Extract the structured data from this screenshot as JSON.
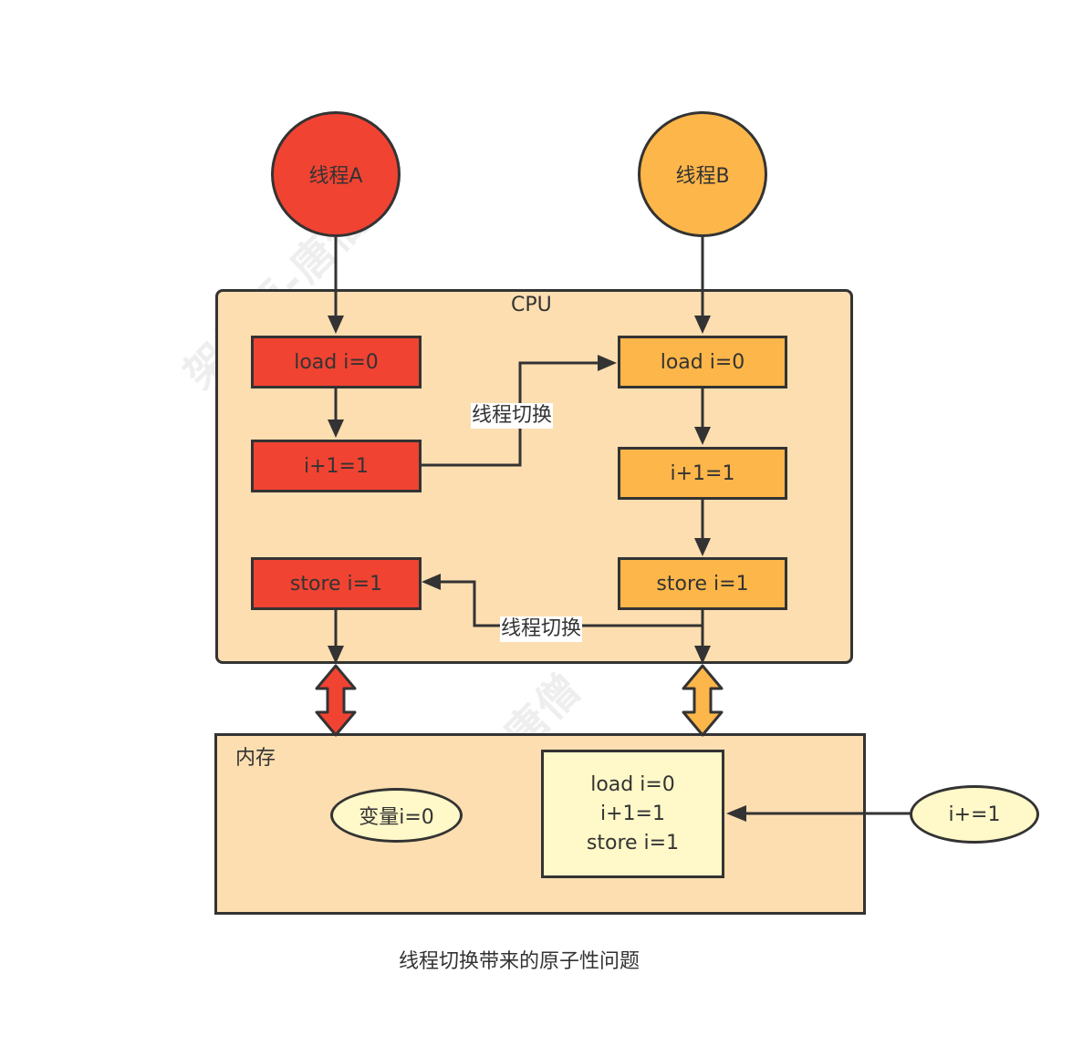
{
  "threads": {
    "a": "线程A",
    "b": "线程B"
  },
  "cpu": {
    "title": "CPU"
  },
  "thread_a_steps": {
    "load": "load i=0",
    "inc": "i+1=1",
    "store": "store i=1"
  },
  "thread_b_steps": {
    "load": "load i=0",
    "inc": "i+1=1",
    "store": "store i=1"
  },
  "switch_labels": {
    "first": "线程切换",
    "second": "线程切换"
  },
  "memory": {
    "title": "内存",
    "variable": "变量i=0",
    "code_lines": [
      "load i=0",
      "i+1=1",
      "store i=1"
    ],
    "source": "i+=1"
  },
  "caption": "线程切换带来的原子性问题",
  "watermarks": [
    "架构师-唐僧",
    "唐僧"
  ],
  "colors": {
    "thread_a": "#F14332",
    "thread_b": "#FDB649",
    "panel": "#FDDEB0",
    "note": "#FFF8C8",
    "stroke": "#333333"
  }
}
